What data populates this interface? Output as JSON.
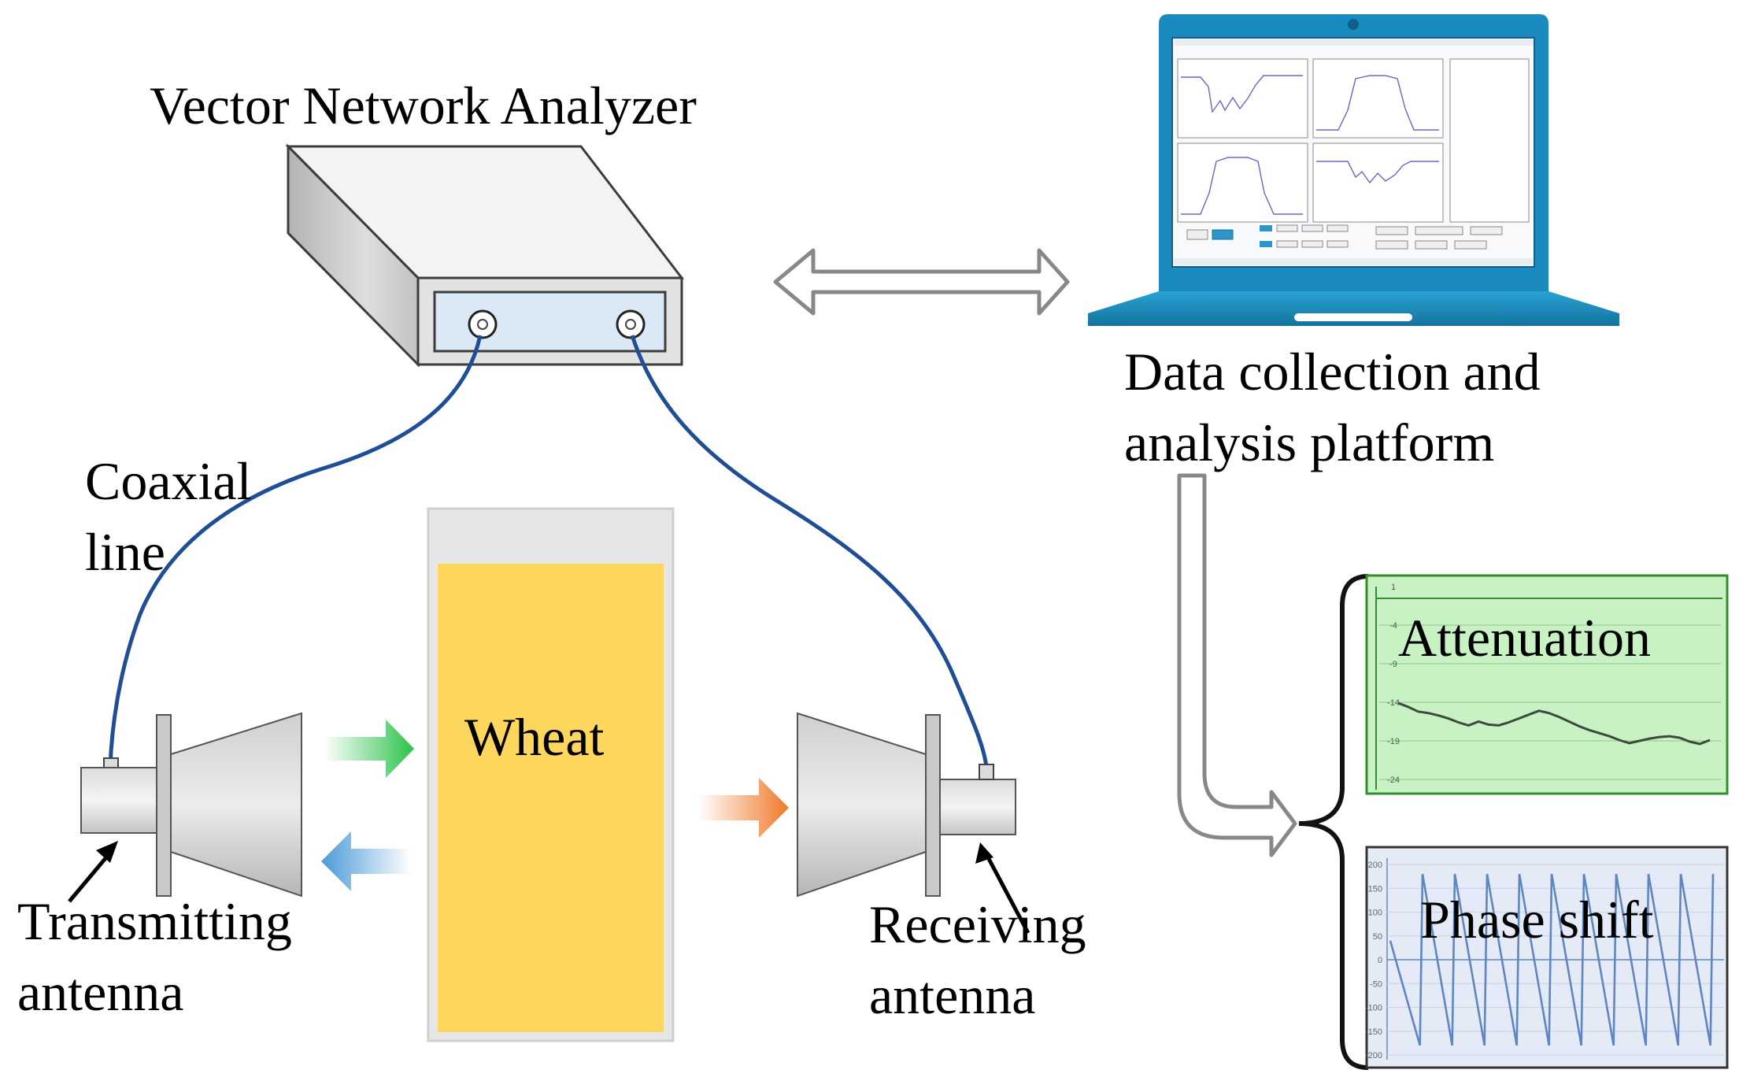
{
  "labels": {
    "vna": "Vector Network Analyzer",
    "platform_line1": "Data collection and",
    "platform_line2": "analysis platform",
    "coaxial_line1": "Coaxial",
    "coaxial_line2": "line",
    "wheat": "Wheat",
    "tx_line1": "Transmitting",
    "tx_line2": "antenna",
    "rx_line1": "Receiving",
    "rx_line2": "antenna"
  },
  "panels": {
    "attenuation": {
      "title": "Attenuation",
      "ticks": [
        "1",
        "-4",
        "-9",
        "-14",
        "-19",
        "-24"
      ],
      "values": [
        -14.1,
        -14.6,
        -15.2,
        -15.4,
        -15.7,
        -16.1,
        -16.6,
        -17.0,
        -16.5,
        -16.9,
        -17.0,
        -16.6,
        -16.1,
        -15.6,
        -15.1,
        -15.4,
        -15.9,
        -16.5,
        -17.1,
        -17.6,
        -18.0,
        -18.4,
        -18.9,
        -19.3,
        -19.0,
        -18.7,
        -18.5,
        -18.4,
        -18.6,
        -19.1,
        -19.4,
        -18.9
      ],
      "colors": {
        "background": "#c8f2c4",
        "line": "#3c4a3c",
        "grid": "#9ed79a",
        "border": "#2f8f2f"
      }
    },
    "phase_shift": {
      "title": "Phase shift",
      "ticks": [
        "200",
        "150",
        "100",
        "50",
        "0",
        "-50",
        "-100",
        "-150",
        "-200"
      ],
      "cycles": 10,
      "colors": {
        "background": "#e4ebf6",
        "line": "#5f86c2",
        "grid": "#c5d2e7",
        "border": "#333333"
      }
    }
  },
  "colors": {
    "cable": "#1f4e96",
    "wheat": "#fdd65e",
    "container": "#e6e6e6",
    "arrow_green": "#2bc24a",
    "arrow_blue": "#4a9ad8",
    "arrow_orange": "#f0782a",
    "laptop": "#1b8bbf"
  }
}
